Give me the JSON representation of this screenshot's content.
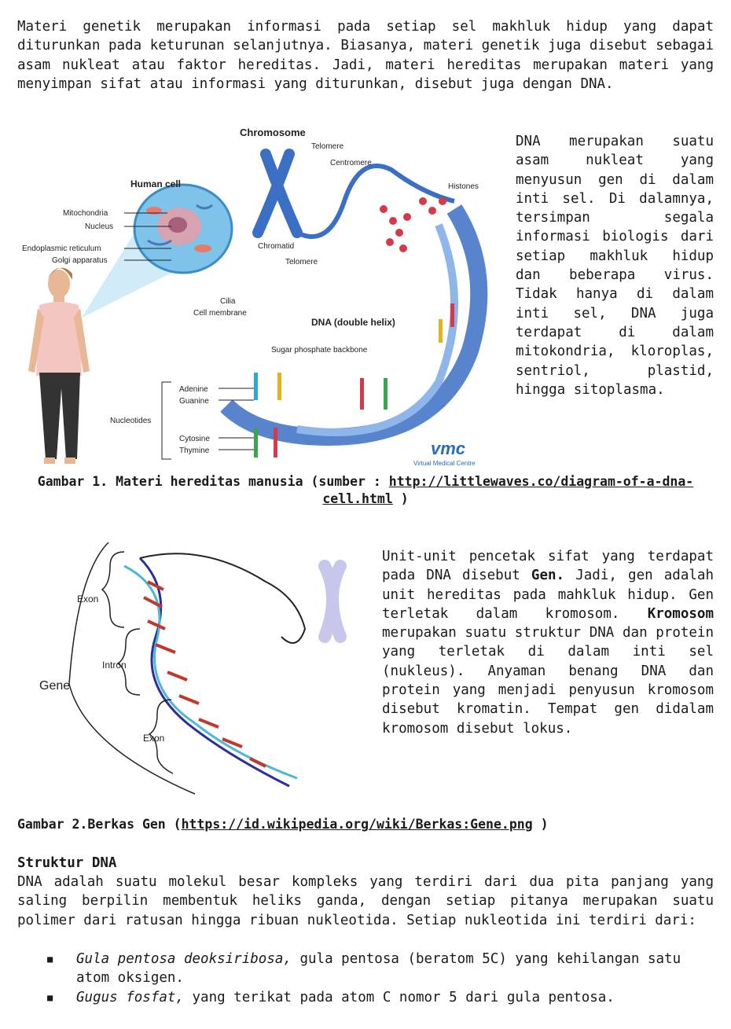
{
  "intro_paragraph": "Materi genetik merupakan informasi pada setiap sel makhluk hidup yang dapat diturunkan pada keturunan selanjutnya. Biasanya, materi genetik juga disebut sebagai asam nukleat atau faktor hereditas. Jadi, materi hereditas merupakan materi yang menyimpan sifat atau informasi yang diturunkan, disebut juga dengan DNA.",
  "figure1": {
    "labels": {
      "chromosome": "Chromosome",
      "telomere_top": "Telomere",
      "centromere": "Centromere",
      "histones": "Histones",
      "human_cell": "Human cell",
      "mitochondria": "Mitochondria",
      "nucleus": "Nucleus",
      "er": "Endoplasmic reticulum",
      "golgi": "Golgi apparatus",
      "chromatid": "Chromatid",
      "telomere_bottom": "Telomere",
      "cilia": "Cilia",
      "cell_membrane": "Cell membrane",
      "dna_helix": "DNA (double helix)",
      "backbone": "Sugar phosphate backbone",
      "adenine": "Adenine",
      "guanine": "Guanine",
      "nucleotides": "Nucleotides",
      "cytosine": "Cytosine",
      "thymine": "Thymine",
      "vmc_logo": "vmc",
      "vmc_sub": "Virtual Medical Centre"
    },
    "side_text": "DNA merupakan suatu asam nukleat yang menyusun gen di dalam inti sel. Di dalamnya, tersimpan segala informasi biologis dari setiap makhluk hidup dan beberapa virus. Tidak hanya di dalam inti sel, DNA juga terdapat di dalam mitokondria, kloroplas, sentriol, plastid, hingga sitoplasma.",
    "caption_prefix": "Gambar 1. Materi hereditas manusia (sumber : ",
    "caption_link": "http://littlewaves.co/diagram-of-a-dna-cell.html",
    "caption_suffix": " )"
  },
  "figure2": {
    "labels": {
      "exon_top": "Exon",
      "intron": "Intron",
      "gene": "Gene",
      "exon_bottom": "Exon"
    },
    "side_text_part1": "Unit-unit pencetak sifat yang terdapat pada DNA disebut ",
    "side_text_gen": "Gen.",
    "side_text_part2": " Jadi, gen adalah unit hereditas pada mahkluk hidup. Gen terletak dalam kromosom. ",
    "side_text_kromosom": "Kromosom",
    "side_text_part3": " merupakan suatu struktur DNA dan protein yang terletak di dalam inti sel (nukleus). Anyaman benang DNA dan protein yang menjadi penyusun kromosom disebut kromatin. Tempat gen didalam kromosom disebut lokus.",
    "caption_prefix": "Gambar 2.Berkas Gen (",
    "caption_link": "https://id.wikipedia.org/wiki/Berkas:Gene.png",
    "caption_suffix": " )"
  },
  "struktur": {
    "heading": "Struktur DNA",
    "paragraph": "DNA adalah suatu molekul besar kompleks yang terdiri dari dua pita panjang yang saling berpilin membentuk heliks ganda, dengan setiap pitanya merupakan suatu polimer dari ratusan hingga ribuan nukleotida. Setiap nukleotida ini terdiri dari:",
    "bullets": [
      {
        "term": "Gula pentosa deoksiribosa,",
        "text": " gula pentosa (beratom 5C) yang kehilangan satu atom oksigen."
      },
      {
        "term": "Gugus fosfat,",
        "text": " yang terikat pada atom C nomor 5 dari gula pentosa."
      }
    ],
    "bullet_mark": "■"
  },
  "colors": {
    "text": "#1a1a1a",
    "dna_blue": "#3b6fc4",
    "dna_light": "#8fb6ea",
    "cell_blue": "#5aa7de"
  }
}
